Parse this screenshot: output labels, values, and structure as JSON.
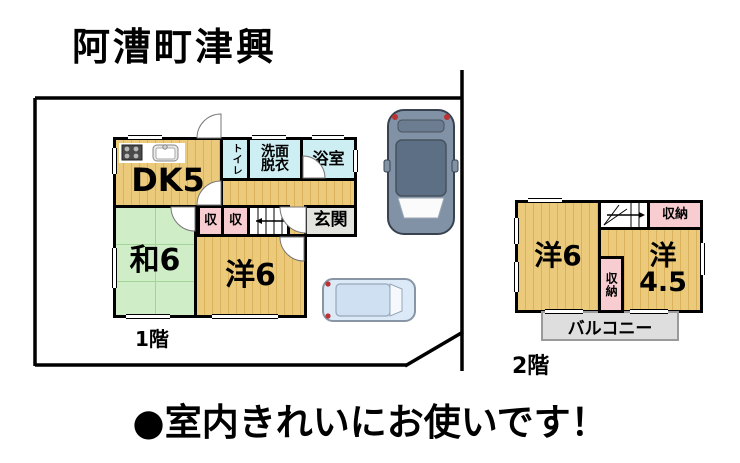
{
  "title": "阿漕町津興",
  "footer_note": "●室内きれいにお使いです！",
  "floor1": {
    "caption": "1階",
    "rooms": {
      "dk": "DK5",
      "toilet": "トイレ",
      "washroom_l1": "洗面",
      "washroom_l2": "脱衣",
      "bath": "浴室",
      "closet_a": "収",
      "closet_b": "収",
      "entrance": "玄関",
      "tatami6": "和6",
      "western6": "洋6"
    }
  },
  "floor2": {
    "caption": "2階",
    "rooms": {
      "western6": "洋6",
      "closet_top": "収納",
      "western45_l1": "洋",
      "western45_l2": "4.5",
      "closet_mid": "収納",
      "balcony": "バルコニー"
    }
  },
  "icons": {
    "stove": "stove-icon",
    "sink": "sink-icon",
    "stairs_arrow_down": "stairs-arrow-left",
    "stairs_arrow_up": "stairs-arrow-right",
    "car_dark": "car-top-view-dark",
    "car_light": "car-top-view-light"
  },
  "colors": {
    "wall": "#000000",
    "wood_floor": "#ebca7c",
    "wood_stripe": "#dbb25a",
    "tatami": "#cfeec8",
    "wet_area": "#cdeff3",
    "closet": "#f8cdd1",
    "entrance_floor": "#e4e4df",
    "balcony": "#dedede",
    "car_dark_body": "#8192a6",
    "car_light_body": "#dce9f6",
    "tail_light": "#bb3333"
  }
}
